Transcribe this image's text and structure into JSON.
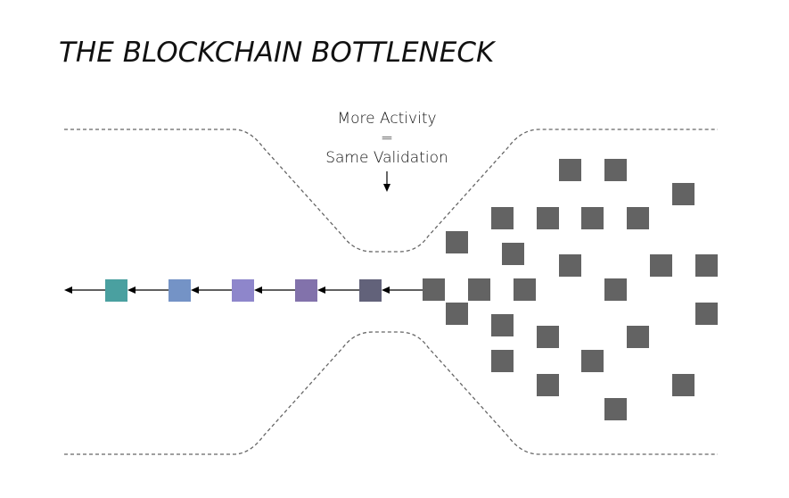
{
  "title": "THE BLOCKCHAIN BOTTLENECK",
  "annotation": {
    "line1": "More Activity",
    "line2": "=",
    "line3": "Same Validation"
  },
  "colors": {
    "pending_block": "#636363",
    "outline": "#666666",
    "arrow": "#000000",
    "chain_blocks": [
      "#4aa0a0",
      "#7493c6",
      "#8e86cb",
      "#8272ab",
      "#62627a"
    ],
    "text": "#111111"
  }
}
